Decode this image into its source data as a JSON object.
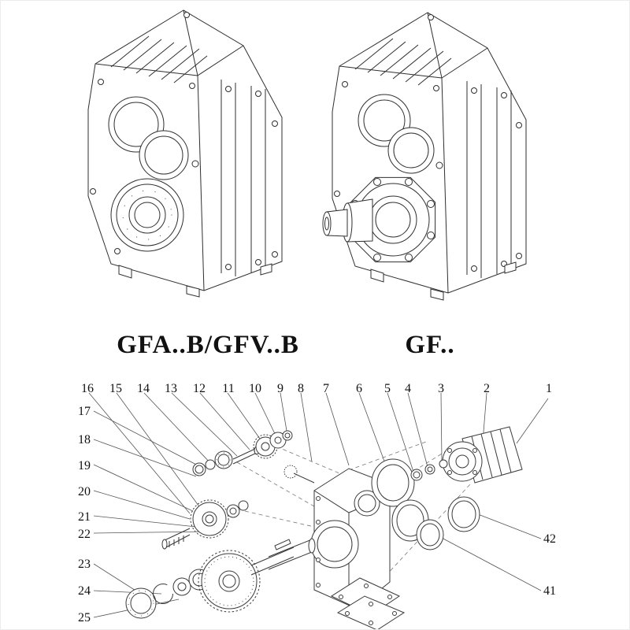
{
  "figures": {
    "left_caption": "GFA..B/GFV..B",
    "right_caption": "GF.."
  },
  "exploded": {
    "top_labels": [
      "16",
      "15",
      "14",
      "13",
      "12",
      "11",
      "10",
      "9",
      "8",
      "7",
      "6",
      "5",
      "4",
      "3",
      "2",
      "1"
    ],
    "left_labels": [
      "17",
      "18",
      "19",
      "20",
      "21",
      "22",
      "23",
      "24",
      "25"
    ],
    "right_labels": [
      "42",
      "41"
    ]
  }
}
